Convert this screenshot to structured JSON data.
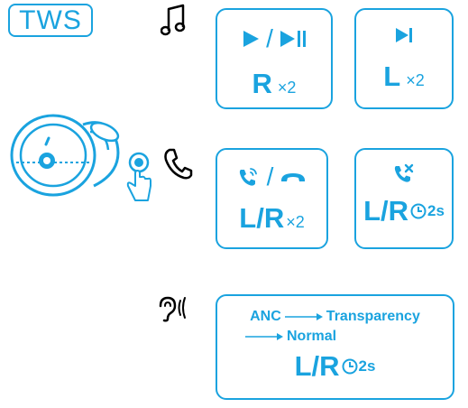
{
  "badge": {
    "label": "TWS"
  },
  "icons": {
    "music": "music-note-icon",
    "phone": "phone-icon",
    "anc": "ear-sound-icon",
    "play_pause": "play-pause-icon",
    "next_track": "next-track-icon",
    "answer_call": "answer-call-icon",
    "end_call": "end-call-icon",
    "reject_call": "reject-call-icon",
    "hold": "hold-timer-icon"
  },
  "music": {
    "play_pause": {
      "sep": "/",
      "key": "R",
      "mult": "×2"
    },
    "next_track": {
      "key": "L",
      "mult": "×2"
    }
  },
  "call": {
    "answer_end": {
      "sep": "/",
      "key": "L/R",
      "mult": "×2"
    },
    "reject": {
      "key": "L/R",
      "hold": "2s"
    }
  },
  "anc": {
    "line1_a": "ANC",
    "line1_b": "Transparency",
    "line2": "Normal",
    "key": "L/R",
    "hold": "2s"
  },
  "colors": {
    "accent": "#1aa3df"
  }
}
